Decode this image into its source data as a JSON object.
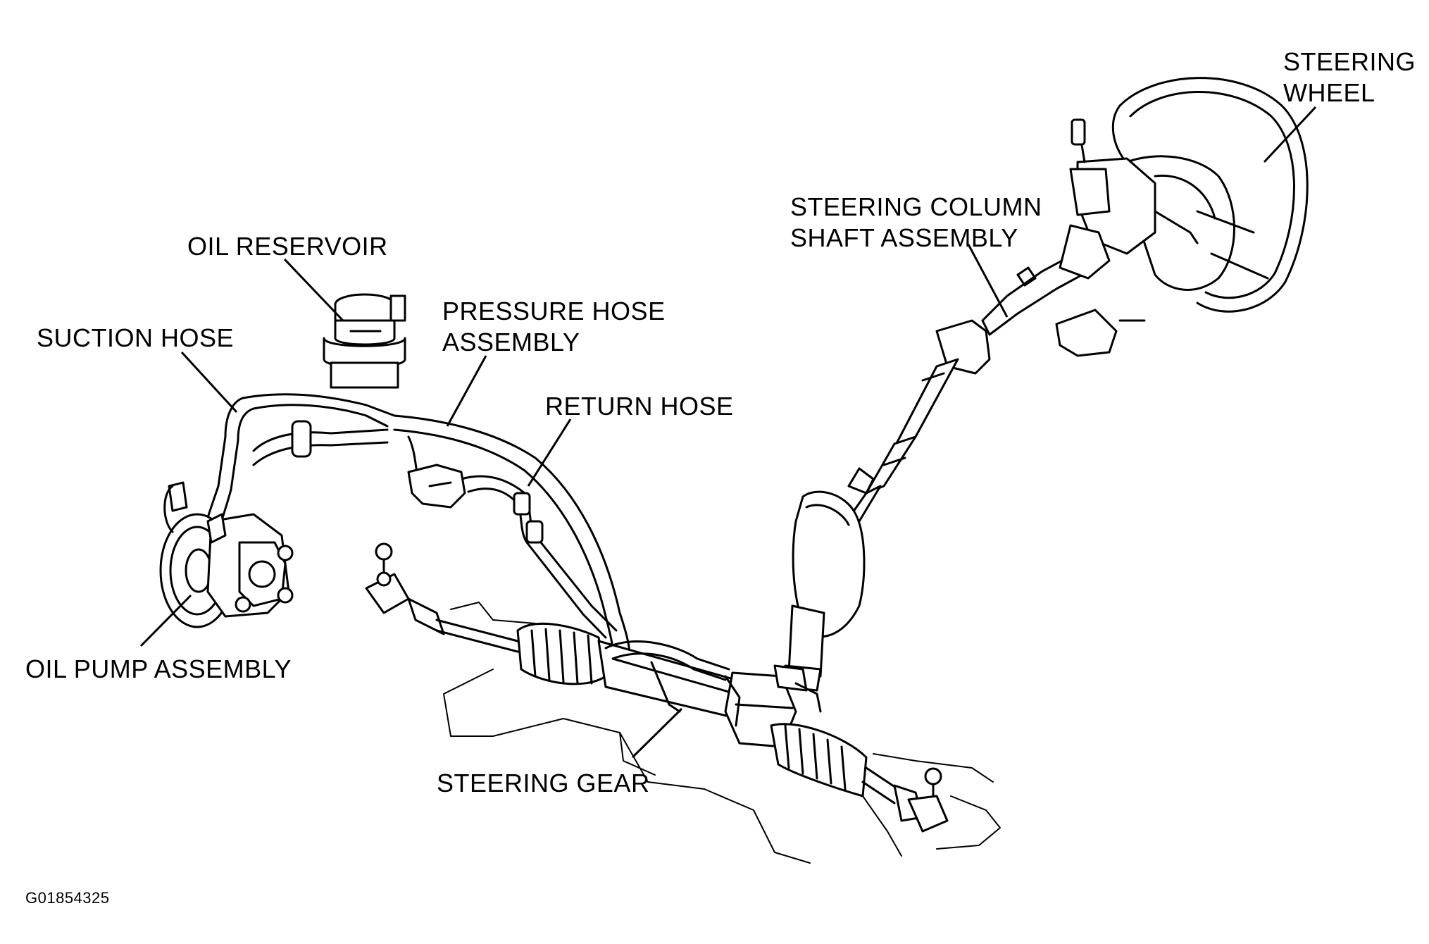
{
  "labels": {
    "steering_wheel": [
      "STEERING",
      "WHEEL"
    ],
    "steering_column": [
      "STEERING COLUMN",
      "SHAFT ASSEMBLY"
    ],
    "oil_reservoir": "OIL RESERVOIR",
    "pressure_hose": [
      "PRESSURE HOSE",
      "ASSEMBLY"
    ],
    "suction_hose": "SUCTION HOSE",
    "return_hose": "RETURN HOSE",
    "oil_pump": "OIL PUMP ASSEMBLY",
    "steering_gear": "STEERING GEAR"
  },
  "figure_code": "G01854325"
}
